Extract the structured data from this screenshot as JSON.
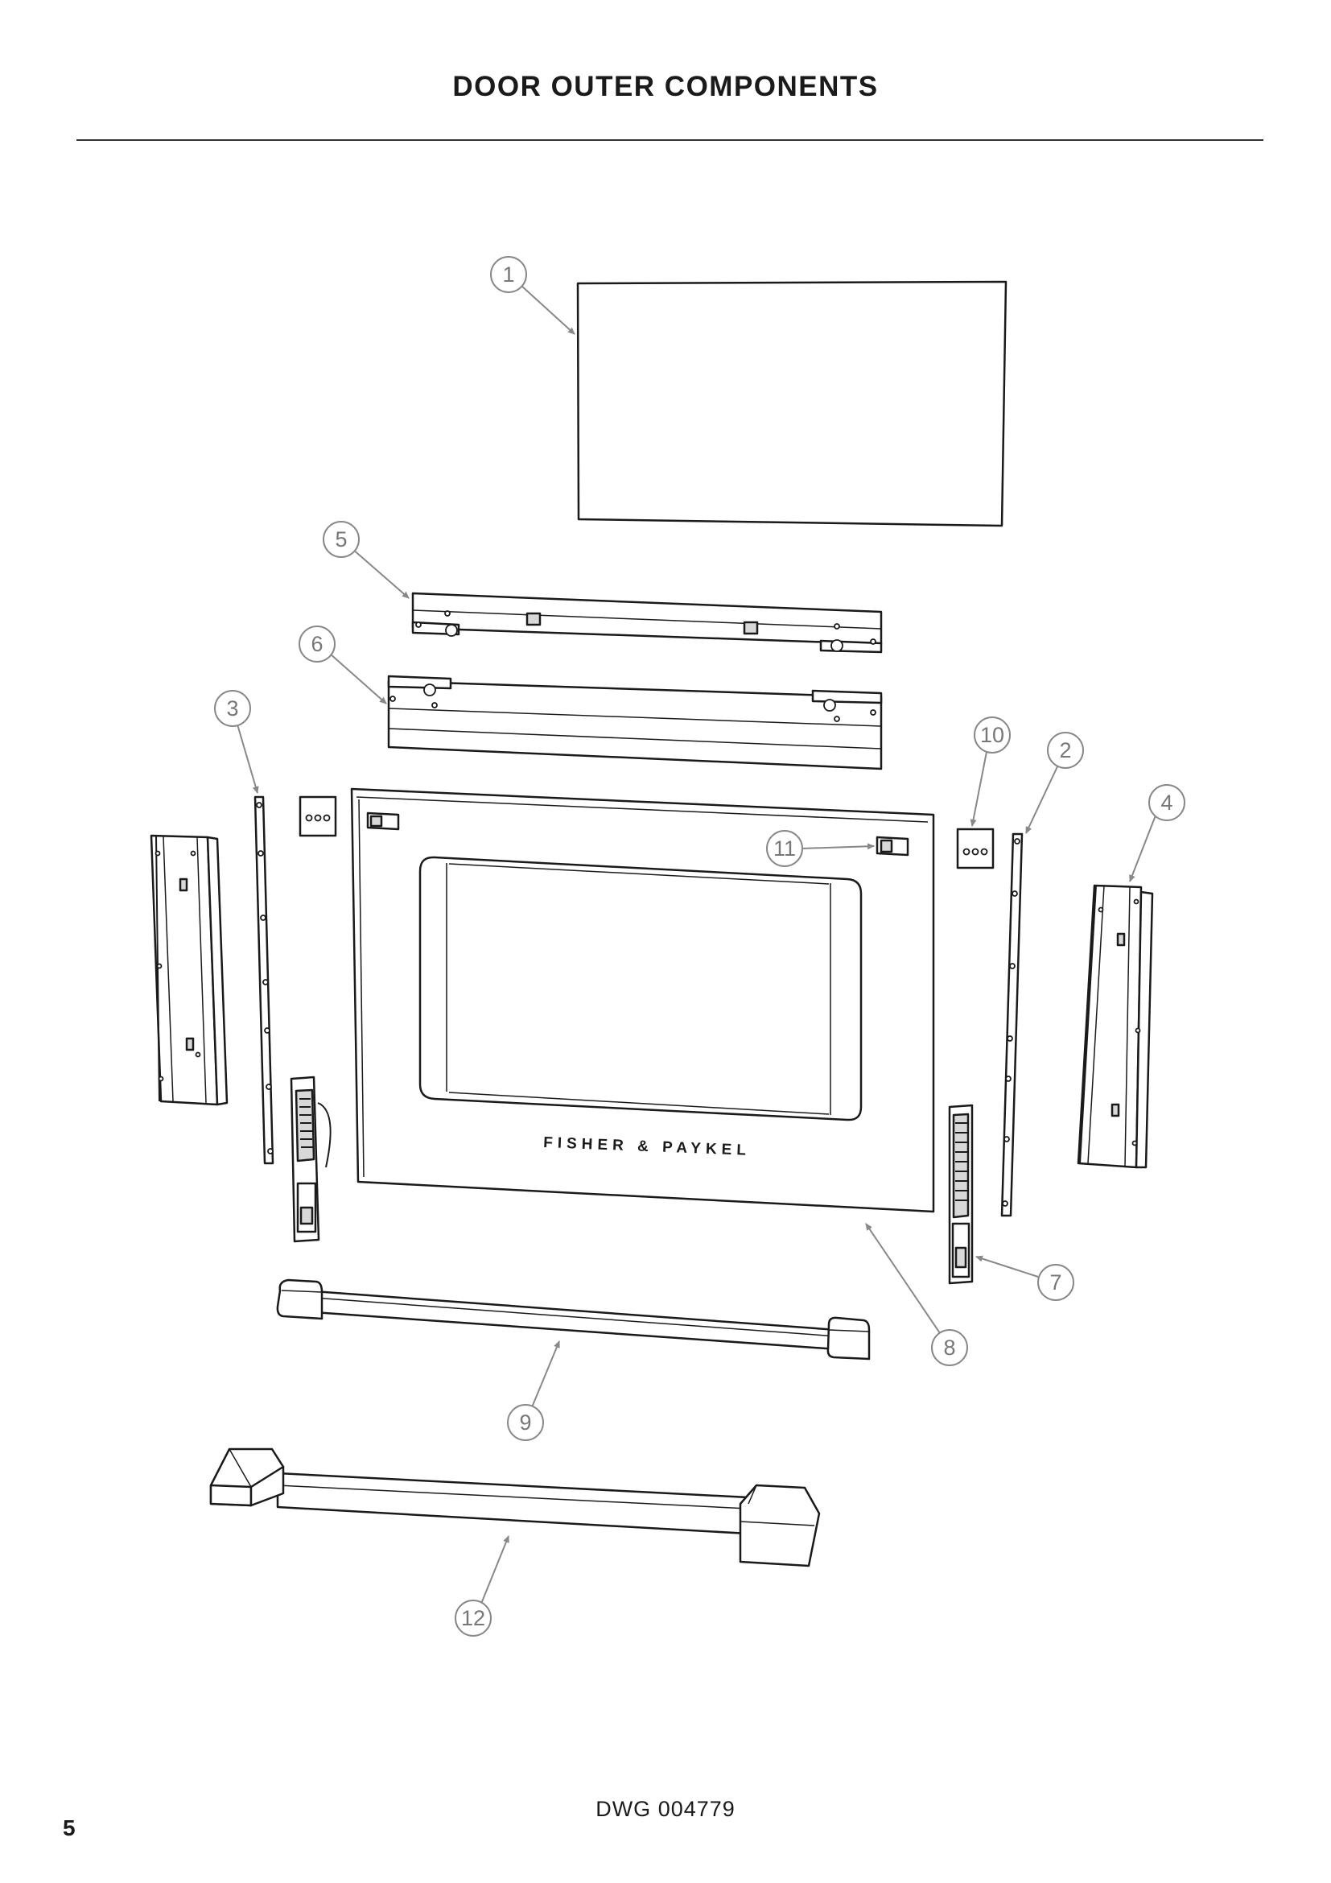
{
  "header": {
    "title": "DOOR OUTER COMPONENTS"
  },
  "diagram": {
    "brand_text": "FISHER & PAYKEL",
    "callouts": [
      "1",
      "2",
      "3",
      "4",
      "5",
      "6",
      "7",
      "8",
      "9",
      "10",
      "11",
      "12"
    ]
  },
  "footer": {
    "drawing_number": "DWG 004779",
    "page_number": "5"
  },
  "colors": {
    "line": "#1a1a1a",
    "callout": "#888888",
    "background": "#ffffff"
  }
}
